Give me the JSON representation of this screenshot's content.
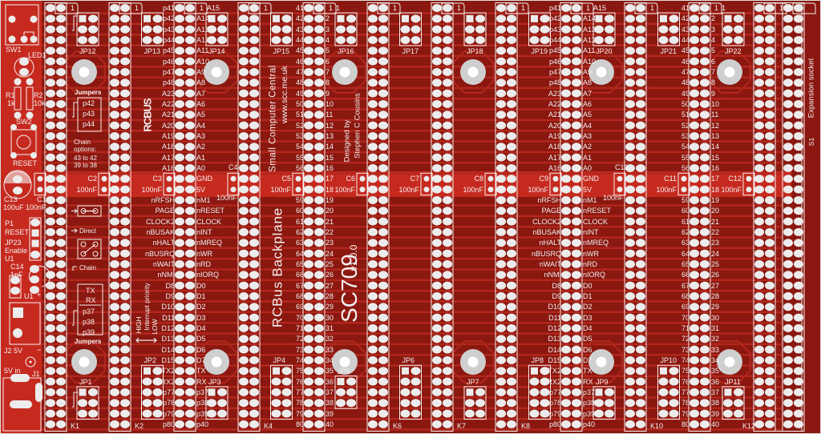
{
  "board": {
    "brand": "RCBUS",
    "maker": "Small Computer Central",
    "website": "www.scc.me.uk",
    "product": "RCBus Backplane",
    "designer_line1": "Designed by",
    "designer_line2": "Stephen C Cousins",
    "model": "SC709",
    "version": "v1.0.0",
    "expansion": "Expansion socket",
    "expansion_ref": "S1",
    "colors": {
      "board": "#8a1810",
      "trace": "#b3271c",
      "copper_fill": "#c62a1f",
      "silk": "#f4f0f0",
      "pad": "#ececec"
    }
  },
  "left_panel": {
    "sw1": "SW1",
    "led1": "LED1",
    "r1": "R1",
    "r1_val": "1k",
    "r2": "R2",
    "r2_val": "10k",
    "sw2": "SW2",
    "reset": "RESET",
    "c13": "C13",
    "c13_val": "100uF",
    "p1": "P1",
    "p1_label": "RESET",
    "jp23": "JP23",
    "jp23_l1": "Enable",
    "jp23_l2": "U1",
    "c14": "C14",
    "c14_val": "1nF",
    "u1": "U1",
    "j2": "J2 5V",
    "power_in": "5V in",
    "j1": "J1",
    "plus": "+",
    "minus": "−"
  },
  "slot_notes": {
    "jumpers_top": "Jumpers",
    "top_pins": [
      "p42",
      "p43",
      "p44"
    ],
    "chain_title": [
      "Chain",
      "options:"
    ],
    "chain_opts": [
      "43 to 42",
      "39 to 38"
    ],
    "direct": "Direct",
    "chain": "Chain",
    "bottom_pins": [
      "TX",
      "RX",
      "p37",
      "p38",
      "p39"
    ],
    "jumpers_bottom": "Jumpers",
    "priority": "Interrupt priority",
    "high": "HIGH",
    "low": "LOW"
  },
  "pin1_marker": "1",
  "connectors": [
    "K1",
    "K2",
    null,
    "K4",
    null,
    "K6",
    "K7",
    "K8",
    null,
    "K10",
    null,
    "K12"
  ],
  "signals": {
    "left": [
      "p41",
      "p42",
      "p43",
      "p44",
      "p45",
      "p46",
      "p47",
      "p48",
      "A23",
      "A22",
      "A21",
      "A20",
      "A19",
      "A18",
      "A17",
      "A16",
      null,
      null,
      "nRFSH",
      "PAGE",
      "CLOCK2",
      "nBUSAK",
      "nHALT",
      "nBUSRQ",
      "nWAIT",
      "nNMI",
      "D8",
      "D9",
      "D10",
      "D11",
      "D12",
      "D13",
      "D14",
      "D15",
      "TX2",
      "RX2",
      "p77",
      "p78",
      "p79",
      "p80"
    ],
    "right": [
      "A15",
      "A14",
      "A13",
      "A12",
      "A11",
      "A10",
      "A9",
      "A8",
      "A7",
      "A6",
      "A5",
      "A4",
      "A3",
      "A2",
      "A1",
      "A0",
      "GND",
      "5V",
      "nM1",
      "nRESET",
      "CLOCK",
      "nINT",
      "nMREQ",
      "nWR",
      "nRD",
      "nIORQ",
      "D0",
      "D1",
      "D2",
      "D3",
      "D4",
      "D5",
      "D6",
      "D7",
      "TX",
      "RX",
      "p37",
      "p38",
      "p39",
      "p40"
    ]
  },
  "pin_numbers": {
    "left": [
      "41",
      "42",
      "43",
      "44",
      "45",
      "46",
      "47",
      "48",
      "49",
      "50",
      "51",
      "52",
      "53",
      "54",
      "55",
      "56",
      null,
      null,
      "59",
      "60",
      "61",
      "62",
      "63",
      "64",
      "65",
      "66",
      "67",
      "68",
      "69",
      "70",
      "71",
      "72",
      "73",
      "74",
      "75",
      "76",
      "77",
      "78",
      "79",
      "80"
    ],
    "right": [
      "1",
      "2",
      "3",
      "4",
      "5",
      "6",
      "7",
      "8",
      "9",
      "10",
      "11",
      "12",
      "13",
      "14",
      "15",
      "16",
      "17",
      "18",
      "19",
      "20",
      "21",
      "22",
      "23",
      "24",
      "25",
      "26",
      "27",
      "28",
      "29",
      "30",
      "31",
      "32",
      "33",
      "34",
      "35",
      "36",
      "37",
      "38",
      "39",
      "40"
    ]
  },
  "capacitors": [
    {
      "ref": "C1",
      "value": "100nF"
    },
    {
      "ref": "C2",
      "value": "100nF"
    },
    {
      "ref": "C3",
      "value": "100nF"
    },
    {
      "ref": "C4",
      "value": "100nF"
    },
    {
      "ref": "C5",
      "value": "100nF"
    },
    {
      "ref": "C6",
      "value": "100nF"
    },
    {
      "ref": "C7",
      "value": "100nF"
    },
    {
      "ref": "C8",
      "value": "100nF"
    },
    {
      "ref": "C9",
      "value": "100nF"
    },
    {
      "ref": "C10",
      "value": "100nF"
    },
    {
      "ref": "C11",
      "value": "100nF"
    },
    {
      "ref": "C12",
      "value": "100nF"
    }
  ],
  "jumpers_top": [
    "JP12",
    "JP13",
    "JP14",
    "JP15",
    "JP16",
    "JP17",
    "JP18",
    "JP19",
    "JP20",
    "JP21",
    "JP22"
  ],
  "jumpers_bottom": [
    "JP1",
    "JP2",
    "JP3",
    "JP4",
    "JP5",
    "JP6",
    "JP7",
    "JP8",
    "JP9",
    "JP10",
    "JP11"
  ]
}
